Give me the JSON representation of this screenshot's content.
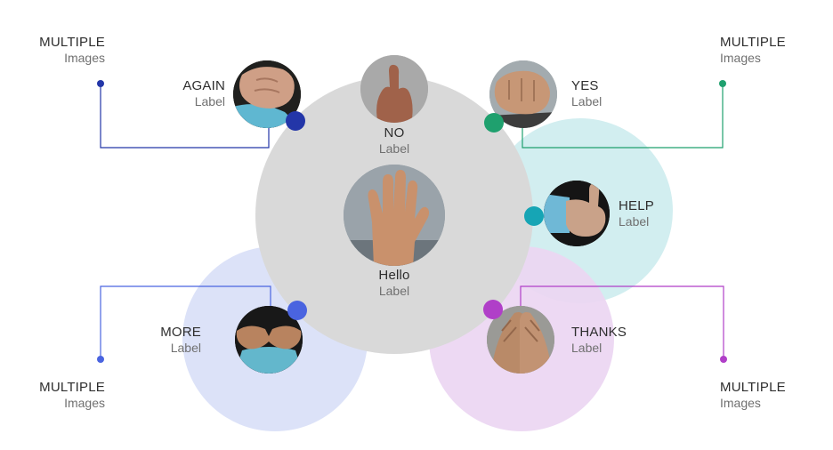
{
  "center": {
    "title": "Hello",
    "subtitle": "Label"
  },
  "nodes": [
    {
      "id": "no",
      "title": "NO",
      "subtitle": "Label"
    },
    {
      "id": "again",
      "title": "AGAIN",
      "subtitle": "Label",
      "dot_color": "#2336a8"
    },
    {
      "id": "yes",
      "title": "YES",
      "subtitle": "Label",
      "dot_color": "#1fa06e"
    },
    {
      "id": "help",
      "title": "HELP",
      "subtitle": "Label",
      "dot_color": "#16a5b5"
    },
    {
      "id": "more",
      "title": "MORE",
      "subtitle": "Label",
      "dot_color": "#4a64e0"
    },
    {
      "id": "thanks",
      "title": "THANKS",
      "subtitle": "Label",
      "dot_color": "#b03fc8"
    }
  ],
  "callouts": [
    {
      "title": "MULTIPLE",
      "subtitle": "Images",
      "color": "#2336a8"
    },
    {
      "title": "MULTIPLE",
      "subtitle": "Images",
      "color": "#1fa06e"
    },
    {
      "title": "MULTIPLE",
      "subtitle": "Images",
      "color": "#4a64e0"
    },
    {
      "title": "MULTIPLE",
      "subtitle": "Images",
      "color": "#b03fc8"
    }
  ],
  "colors": {
    "center_circle": "#d9d9d9",
    "help_circle": "#d2eef0",
    "more_circle": "#dce2f8",
    "thanks_circle": "#ecd6f2"
  },
  "icons": {
    "center": "open-palm-hand-icon",
    "no": "hand-sign-icon",
    "again": "clasped-hands-icon",
    "yes": "fist-hand-icon",
    "help": "thumbs-up-hand-icon",
    "more": "fingertips-together-hand-icon",
    "thanks": "flat-hands-icon"
  }
}
